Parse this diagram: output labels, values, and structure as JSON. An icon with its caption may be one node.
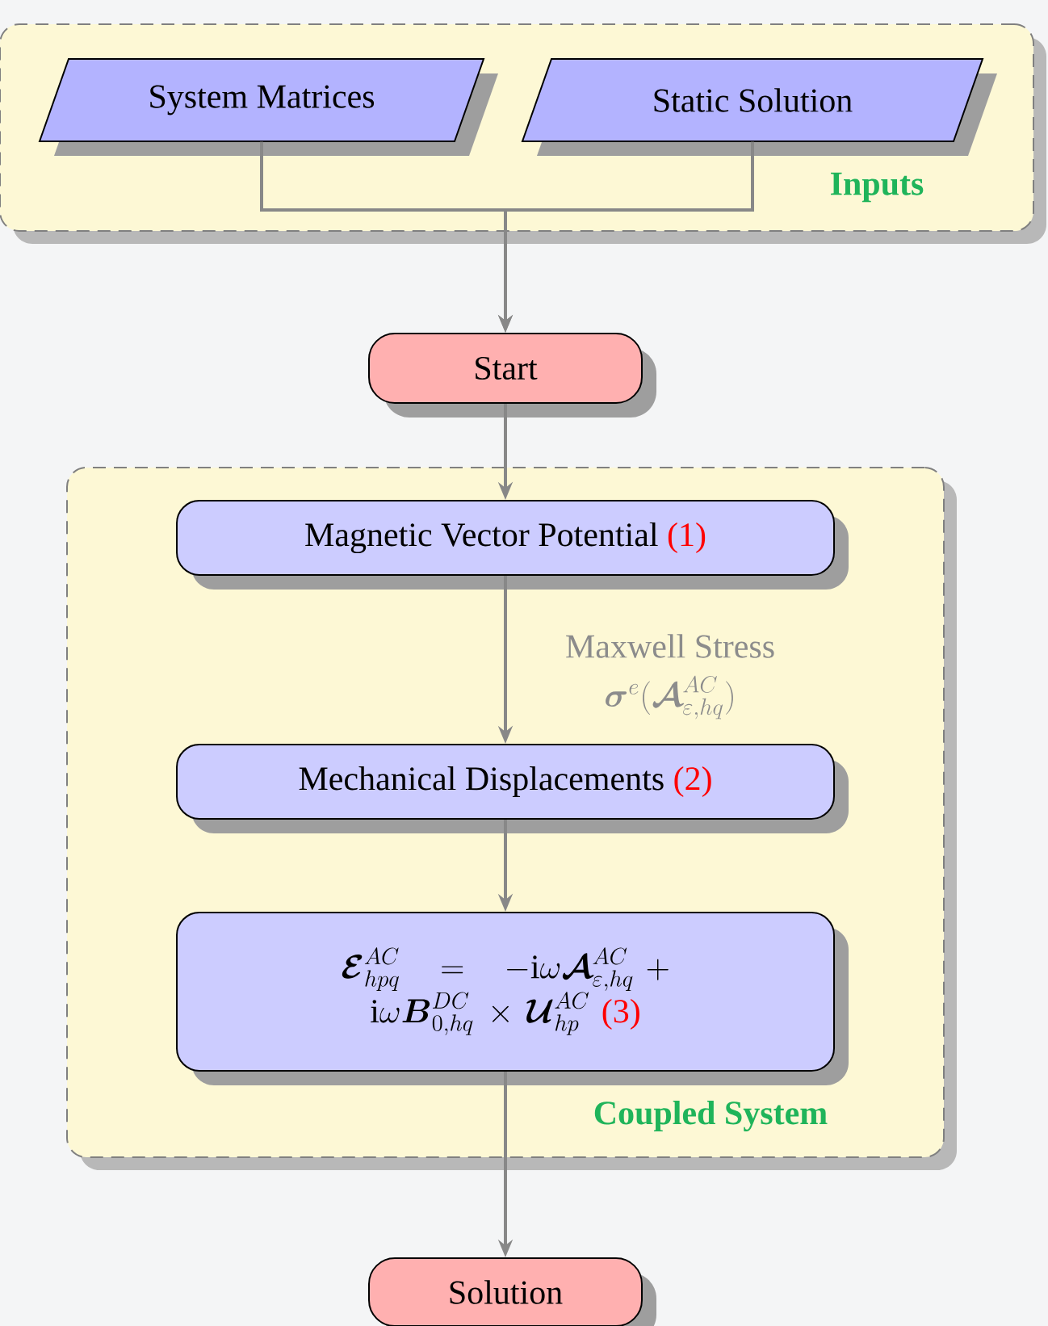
{
  "diagram": {
    "nodes": [
      {
        "text": [
          "Inputs"
        ]
      },
      {
        "text": [
          "System Matrices"
        ],
        "in": 0
      },
      {
        "text": [
          "Static Solution"
        ],
        "in": 0
      },
      {
        "text": [
          "Start"
        ]
      },
      {
        "text": [
          "Coupled System"
        ]
      },
      {
        "text": [
          "Magnetic Vector Potential",
          "(1)"
        ],
        "in": 4
      },
      {
        "text": [
          "Mechanical Displacements",
          "(2)"
        ],
        "in": 4
      },
      {
        "text": [
          "\\boldsymbol{\\mathcal{E}}^{AC}_{hpq} \\;=\\; -\\mathrm{i}\\omega\\boldsymbol{\\mathcal{A}}^{AC}_{\\varepsilon,hq} + \\mathrm{i}\\omega\\boldsymbol{B}^{DC}_{0,hq} \\times \\boldsymbol{\\mathcal{U}}^{AC}_{hp}",
          "(3)"
        ],
        "in": 4
      },
      {
        "text": [
          "Solution"
        ]
      }
    ],
    "edges": [
      {
        "from": 1,
        "to": 3,
        "arrow": "to"
      },
      {
        "from": 2,
        "to": 3,
        "arrow": "to"
      },
      {
        "from": 3,
        "to": 5,
        "arrow": "to"
      },
      {
        "from": 5,
        "to": 6,
        "arrow": "to",
        "label": "Maxwell Stress"
      },
      {
        "from": 6,
        "to": 7,
        "arrow": "to"
      },
      {
        "from": 7,
        "to": 8,
        "arrow": "to"
      }
    ],
    "labels": [
      "\\boldsymbol{\\sigma}^{e}(\\boldsymbol{\\mathcal{A}}^{AC}_{\\varepsilon,hq})"
    ]
  }
}
